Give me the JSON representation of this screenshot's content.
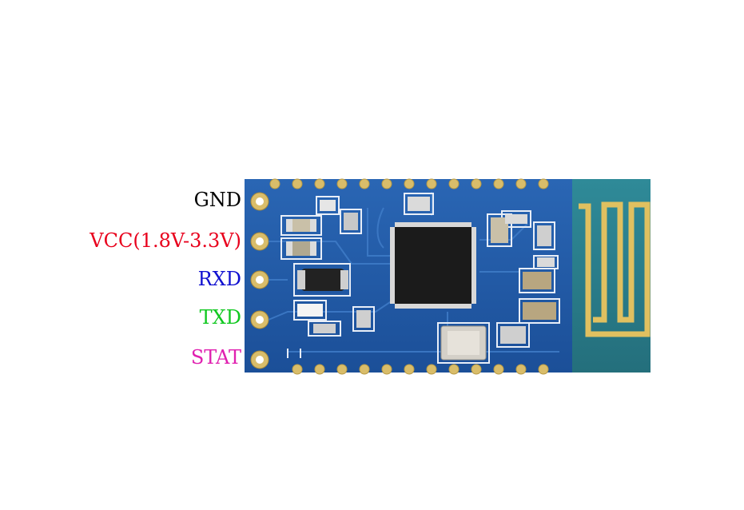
{
  "pins": [
    {
      "label": "GND",
      "color": "#000000"
    },
    {
      "label": "VCC(1.8V-3.3V)",
      "color": "#e8001c"
    },
    {
      "label": "RXD",
      "color": "#1010d0"
    },
    {
      "label": "TXD",
      "color": "#10c820"
    },
    {
      "label": "STAT",
      "color": "#e020b0"
    }
  ],
  "board": {
    "pcb_color": "#1f5aa8",
    "antenna_area_color": "#2a7a8c",
    "pad_color": "#d4b35a",
    "chip_color": "#1a1a1a"
  }
}
